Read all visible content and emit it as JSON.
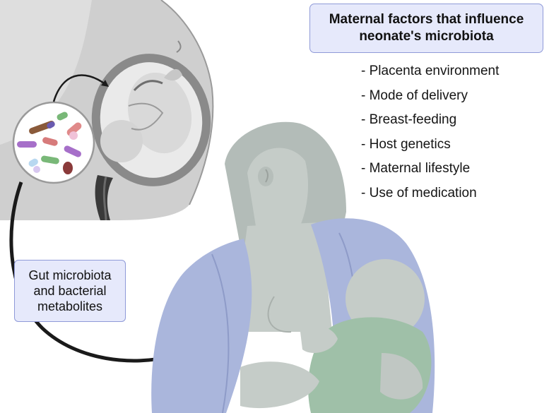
{
  "title": "Maternal factors that influence neonate's microbiota",
  "factors": [
    "Placenta environment",
    "Mode of delivery",
    "Breast-feeding",
    "Host genetics",
    "Maternal lifestyle",
    "Use of medication"
  ],
  "gut_label": "Gut microbiota and bacterial metabolites",
  "colors": {
    "label_box_fill": "#e6e9fb",
    "label_box_border": "#8f9ad8",
    "gown": "#aab6dc",
    "mother_skin": "#c5ccc8",
    "baby_blanket": "#9fc0a8",
    "pregnant_body": "#c9c9c9",
    "arrow": "#1a1a1a"
  },
  "icons": [
    "bacteria-circle-icon",
    "fetus-icon",
    "curved-arrow-icon"
  ]
}
